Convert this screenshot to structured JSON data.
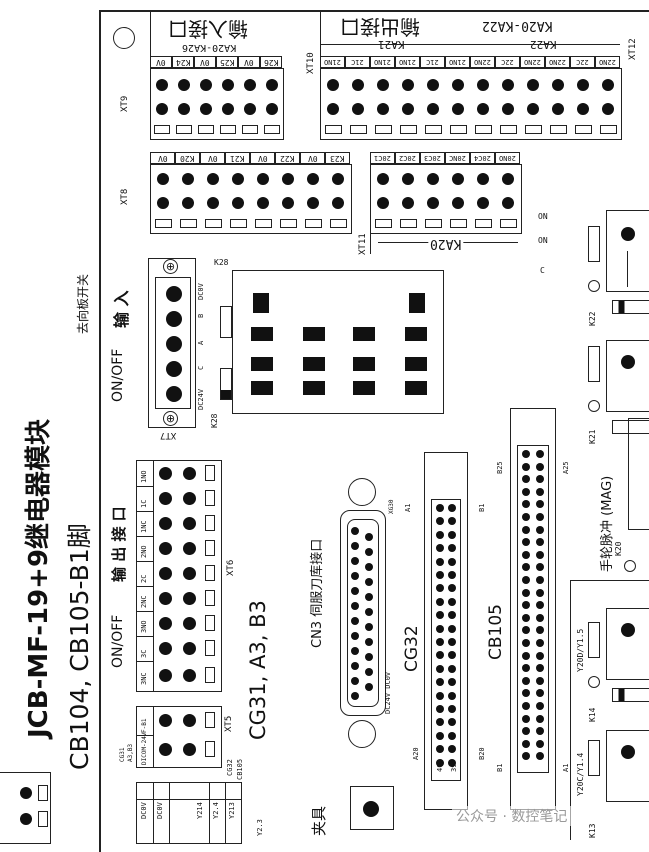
{
  "title": {
    "main": "JCB-MF-19+9继电器模块",
    "sub": "CB104, CB105-B1脚"
  },
  "side_note": "去向板开关",
  "xt9": {
    "name": "XT9",
    "header": "输入接口",
    "range": "KA20-KA26",
    "pins": [
      "0V",
      "K24",
      "0V",
      "K25",
      "0V",
      "K26"
    ]
  },
  "xt10": {
    "name": "XT10",
    "header": "输出接口",
    "ka21": "KA21",
    "ka22": "KA22",
    "range": "KA20-KA22",
    "pins": [
      "21NO",
      "21C",
      "21NO",
      "21NO",
      "21C",
      "21NO",
      "22NO",
      "22C",
      "22NO",
      "22NO",
      "22C",
      "22NO"
    ]
  },
  "xt12": {
    "name": "XT12"
  },
  "xt8": {
    "name": "XT8",
    "pins": [
      "0V",
      "K20",
      "0V",
      "K21",
      "0V",
      "K22",
      "0V",
      "K23"
    ]
  },
  "xt11": {
    "name": "XT11",
    "ka": "KA20",
    "pins": [
      "20C1",
      "20C2",
      "20C3",
      "20NC",
      "20C4",
      "20NO"
    ],
    "on1": "ON",
    "on2": "ON",
    "c": "C"
  },
  "xt7": {
    "name": "XT7",
    "label1": "输 入",
    "label2": "ON/OFF",
    "pins": [
      "DC0V",
      "B",
      "A",
      "C",
      "DC24V"
    ]
  },
  "k28": {
    "top": "K28",
    "bottom": "K28"
  },
  "xt6": {
    "name": "XT6",
    "label1": "输 出 接 口",
    "label2": "ON/OFF",
    "pins": [
      "1NO",
      "1C",
      "1NC",
      "2NO",
      "2C",
      "2NC",
      "3NO",
      "3C",
      "3NC"
    ]
  },
  "main_pins": "CG31, A3, B3",
  "xt5": {
    "name": "XT5",
    "pins": [
      "DICOM-24V",
      "F-B1"
    ],
    "labels": [
      "CG31",
      "A3,B3",
      "CG32",
      "CB105"
    ]
  },
  "cn3": {
    "label": "CN3 伺服刀库接口",
    "sub": "DC24V DC0V",
    "pin_mark": "XG30"
  },
  "cg32": {
    "label": "CG32",
    "a1": "A1",
    "b1": "B1",
    "a20": "A20",
    "b20": "B20",
    "n40": "40",
    "n39": "39"
  },
  "cb105": {
    "label": "CB105",
    "b25": "B25",
    "a25": "A25",
    "b1": "B1",
    "a1": "A1"
  },
  "relays": {
    "k22": "K22",
    "k21": "K21",
    "k20": "K20",
    "k14": "K14",
    "k13": "K13",
    "mag": "手轮脉冲 (MAG)",
    "y20d": "Y20D/Y1.5",
    "y20c": "Y20C/Y1.4"
  },
  "bottom_strip": {
    "pins": [
      "DC0V",
      "DC0V",
      "Y214",
      "Y2.4",
      "Y213",
      "Y2.3"
    ],
    "extra": "夹具"
  },
  "watermark": "公众号 · 数控笔记"
}
